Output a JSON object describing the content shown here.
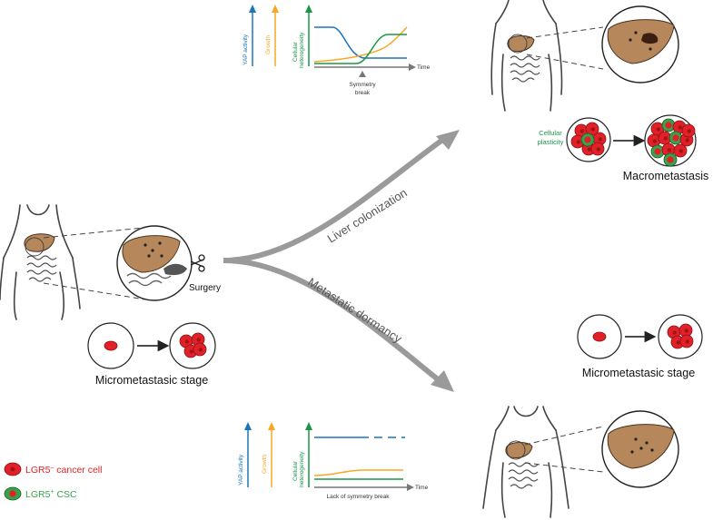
{
  "labels": {
    "surgery": "Surgery",
    "micrometastasic_left": "Micrometastasic stage",
    "micrometastasic_right": "Micrometastasic stage",
    "macrometastasis": "Macrometastasis",
    "cellular_plasticity_line1": "Cellular",
    "cellular_plasticity_line2": "plasticity",
    "liver_colonization": "Liver colonization",
    "metastatic_dormancy": "Metastatic dormancy"
  },
  "legend": {
    "cancer_cell_prefix": "LGR5",
    "cancer_cell_sup": "–",
    "cancer_cell_suffix": " cancer cell",
    "csc_prefix": "LGR5",
    "csc_sup": "+",
    "csc_suffix": " CSC"
  },
  "top_graph": {
    "axis_yap": "YAP activity",
    "axis_growth": "Growth",
    "axis_het1": "Cellular",
    "axis_het2": "heterogeneity",
    "time": "Time",
    "break1": "Symmetry",
    "break2": "break"
  },
  "bottom_graph": {
    "axis_yap": "YAP activity",
    "axis_growth": "Growth",
    "axis_het1": "Cellular",
    "axis_het2": "heterogeneity",
    "time": "Time",
    "caption": "Lack of symmetry break"
  },
  "colors": {
    "yap": "#1b75bb",
    "growth": "#f7a823",
    "heterogeneity": "#1a9746",
    "cell_red": "#e12127",
    "csc_green": "#3aa04b",
    "liver": "#b5875a",
    "arrow": "#9a9a9a"
  }
}
